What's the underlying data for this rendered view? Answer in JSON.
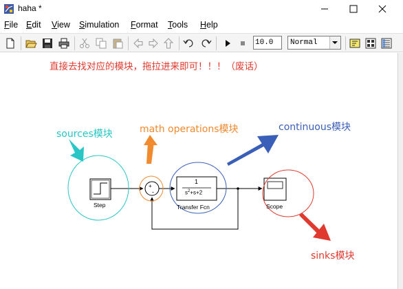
{
  "window": {
    "title": "haha *"
  },
  "menu": {
    "items": [
      {
        "accel": "F",
        "rest": "ile"
      },
      {
        "accel": "E",
        "rest": "dit"
      },
      {
        "accel": "V",
        "rest": "iew"
      },
      {
        "accel": "S",
        "rest": "imulation"
      },
      {
        "accel": "F",
        "rest": "ormat"
      },
      {
        "accel": "T",
        "rest": "ools"
      },
      {
        "accel": "H",
        "rest": "elp"
      }
    ]
  },
  "toolbar": {
    "stop_time": "10.0",
    "sim_mode": "Normal"
  },
  "icons": {
    "app": "simulink-model-icon",
    "new": "new-file-icon",
    "open": "open-folder-icon",
    "save": "save-icon",
    "print": "print-icon",
    "cut": "cut-icon",
    "copy": "copy-icon",
    "paste": "paste-icon",
    "back": "back-arrow-icon",
    "forward": "forward-arrow-icon",
    "up": "up-arrow-icon",
    "undo": "undo-icon",
    "redo": "redo-icon",
    "run": "play-icon",
    "stop": "stop-icon",
    "build": "build-icon",
    "library": "library-browser-icon",
    "explorer": "model-explorer-icon"
  },
  "annotations": {
    "main": "直接去找对应的模块，拖拉进来即可！！！（废话）",
    "sources": "sources模块",
    "math": "math operations模块",
    "continuous": "continuous模块",
    "sinks": "sinks模块"
  },
  "colors": {
    "red": "#e03a2e",
    "cyan": "#29c6c6",
    "orange": "#f28a2e",
    "blue": "#3a5fb8"
  },
  "blocks": {
    "step": "Step",
    "transfer_fcn": "Transfer Fcn",
    "tf_numerator": "1",
    "tf_denominator": "s2+s+2",
    "scope": "Scope",
    "sum_signs": "+-"
  }
}
